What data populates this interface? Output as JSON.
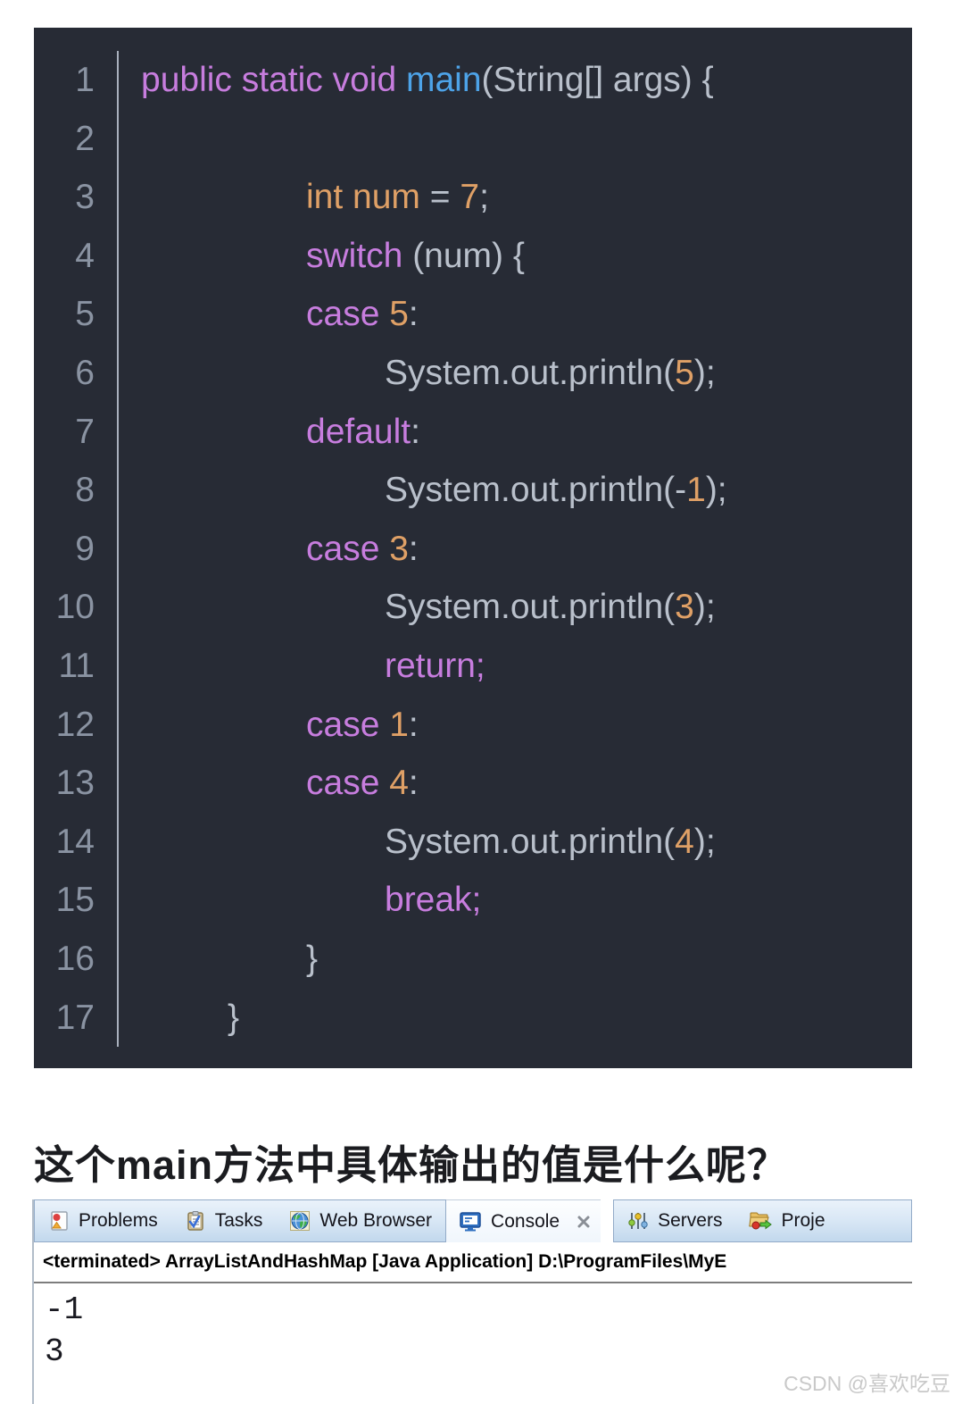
{
  "code_editor": {
    "background": "#272b35",
    "colors": {
      "keyword": "#c77dde",
      "method": "#4da3e8",
      "number": "#dfa066",
      "plain": "#b9c0cb",
      "line_number": "#8a93a2"
    },
    "lines": [
      {
        "n": "1",
        "indent": 0,
        "segments": [
          {
            "c": "kw",
            "t": "public static void "
          },
          {
            "c": "fn",
            "t": "main"
          },
          {
            "c": "pl",
            "t": "(String[] args) {"
          }
        ]
      },
      {
        "n": "2",
        "indent": 0,
        "segments": []
      },
      {
        "n": "3",
        "indent": 2,
        "segments": [
          {
            "c": "num",
            "t": "int num"
          },
          {
            "c": "pl",
            "t": " = "
          },
          {
            "c": "num",
            "t": "7"
          },
          {
            "c": "pl",
            "t": ";"
          }
        ]
      },
      {
        "n": "4",
        "indent": 2,
        "segments": [
          {
            "c": "kw",
            "t": "switch"
          },
          {
            "c": "pl",
            "t": " (num) {"
          }
        ]
      },
      {
        "n": "5",
        "indent": 2,
        "segments": [
          {
            "c": "kw",
            "t": "case "
          },
          {
            "c": "num",
            "t": "5"
          },
          {
            "c": "pl",
            "t": ":"
          }
        ]
      },
      {
        "n": "6",
        "indent": 3,
        "segments": [
          {
            "c": "pl",
            "t": "System.out.println("
          },
          {
            "c": "num",
            "t": "5"
          },
          {
            "c": "pl",
            "t": ");"
          }
        ]
      },
      {
        "n": "7",
        "indent": 2,
        "segments": [
          {
            "c": "kw",
            "t": "default"
          },
          {
            "c": "pl",
            "t": ":"
          }
        ]
      },
      {
        "n": "8",
        "indent": 3,
        "segments": [
          {
            "c": "pl",
            "t": "System.out.println(-"
          },
          {
            "c": "num",
            "t": "1"
          },
          {
            "c": "pl",
            "t": ");"
          }
        ]
      },
      {
        "n": "9",
        "indent": 2,
        "segments": [
          {
            "c": "kw",
            "t": "case "
          },
          {
            "c": "num",
            "t": "3"
          },
          {
            "c": "pl",
            "t": ":"
          }
        ]
      },
      {
        "n": "10",
        "indent": 3,
        "segments": [
          {
            "c": "pl",
            "t": "System.out.println("
          },
          {
            "c": "num",
            "t": "3"
          },
          {
            "c": "pl",
            "t": ");"
          }
        ]
      },
      {
        "n": "11",
        "indent": 3,
        "segments": [
          {
            "c": "kw",
            "t": "return;"
          }
        ]
      },
      {
        "n": "12",
        "indent": 2,
        "segments": [
          {
            "c": "kw",
            "t": "case "
          },
          {
            "c": "num",
            "t": "1"
          },
          {
            "c": "pl",
            "t": ":"
          }
        ]
      },
      {
        "n": "13",
        "indent": 2,
        "segments": [
          {
            "c": "kw",
            "t": "case "
          },
          {
            "c": "num",
            "t": "4"
          },
          {
            "c": "pl",
            "t": ":"
          }
        ]
      },
      {
        "n": "14",
        "indent": 3,
        "segments": [
          {
            "c": "pl",
            "t": "System.out.println("
          },
          {
            "c": "num",
            "t": "4"
          },
          {
            "c": "pl",
            "t": ");"
          }
        ]
      },
      {
        "n": "15",
        "indent": 3,
        "segments": [
          {
            "c": "kw",
            "t": "break;"
          }
        ]
      },
      {
        "n": "16",
        "indent": 2,
        "segments": [
          {
            "c": "pl",
            "t": "}"
          }
        ]
      },
      {
        "n": "17",
        "indent": 1,
        "segments": [
          {
            "c": "pl",
            "t": "}"
          }
        ]
      }
    ]
  },
  "question": {
    "text": "这个main方法中具体输出的值是什么呢？"
  },
  "console_panel": {
    "tabs": [
      {
        "label": "Problems",
        "icon": "problems-icon"
      },
      {
        "label": "Tasks",
        "icon": "tasks-icon"
      },
      {
        "label": "Web Browser",
        "icon": "web-browser-icon"
      },
      {
        "label": "Console",
        "icon": "console-icon",
        "active": true
      },
      {
        "label": "Servers",
        "icon": "servers-icon"
      },
      {
        "label": "Proje",
        "icon": "projects-icon"
      }
    ],
    "status": "<terminated> ArrayListAndHashMap [Java Application] D:\\ProgramFiles\\MyE",
    "output_lines": [
      "-1",
      "3"
    ]
  },
  "watermark": {
    "text": "CSDN @喜欢吃豆"
  }
}
